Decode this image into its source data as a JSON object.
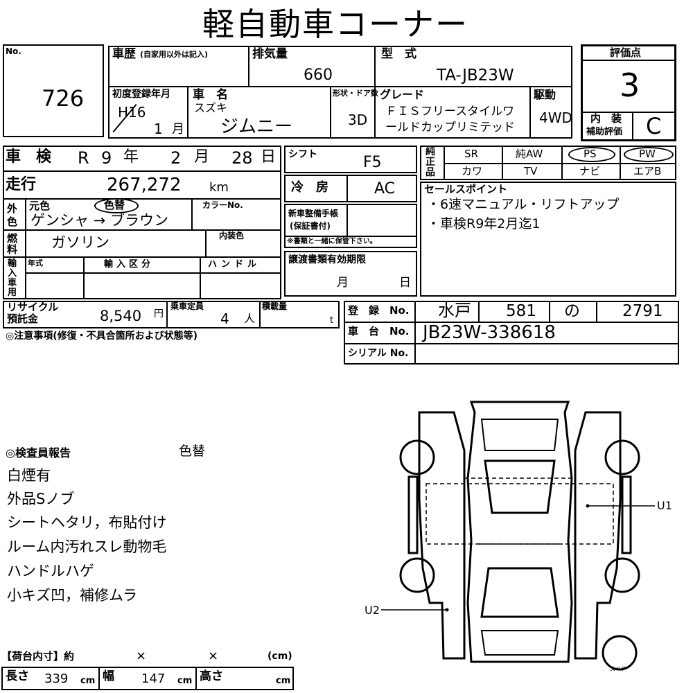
{
  "title": "軽自動車コーナー",
  "no_label": "No.",
  "lot_no": "726",
  "history": {
    "label": "車歴",
    "note": "(自家用以外は記入)",
    "value": ""
  },
  "displacement": {
    "label": "排気量",
    "value": "660"
  },
  "model": {
    "label": "型　式",
    "value": "TA-JB23W"
  },
  "rating": {
    "label": "評価点",
    "value": "3"
  },
  "first_reg": {
    "label": "初度登録年月",
    "era": "H16",
    "month": "1",
    "month_unit": "月"
  },
  "car_name": {
    "label": "車　名",
    "maker": "スズキ",
    "name": "ジムニー"
  },
  "body_doors": {
    "label": "形状・ドア数",
    "value": "3D"
  },
  "grade": {
    "label": "グレード",
    "line1": "ＦＩＳフリースタイルワ",
    "line2": "ールドカップリミテッド"
  },
  "drive": {
    "label": "駆動",
    "value": "4WD"
  },
  "interior_rating": {
    "label1": "内　装",
    "label2": "補助評価",
    "value": "C"
  },
  "inspection": {
    "label": "車　検",
    "era": "R",
    "year": "9",
    "year_unit": "年",
    "month": "2",
    "month_unit": "月",
    "day": "28",
    "day_unit": "日"
  },
  "shift": {
    "label": "シフト",
    "value": "F5"
  },
  "equipment": {
    "label": "純正品",
    "row1": [
      "SR",
      "純AW",
      "PS",
      "PW"
    ],
    "row2": [
      "カワ",
      "TV",
      "ナビ",
      "エアB"
    ]
  },
  "mileage": {
    "label": "走行",
    "value": "267,272",
    "unit": "km"
  },
  "ac": {
    "label": "冷　房",
    "value": "AC"
  },
  "sales_points": {
    "label": "セールスポイント",
    "items": [
      "・6速マニュアル・リフトアップ",
      "・車検R9年2月迄1"
    ]
  },
  "color": {
    "side_label": "外色",
    "orig_label": "元色",
    "repaint_label": "色替",
    "value": "ゲンシャ → ブラウン",
    "code_label": "カラーNo."
  },
  "warranty": {
    "label1": "新車整備手帳",
    "label2": "(保証書付)",
    "note": "※書類と一緒に保管下さい。"
  },
  "fuel": {
    "side_label": "燃料",
    "value": "ガソリン",
    "interior_color_label": "内装色"
  },
  "import": {
    "side_label": "輸入車用",
    "year_label": "年式",
    "class_label": "輸入区分",
    "handle_label": "ハンドル"
  },
  "transfer_docs": {
    "label": "譲渡書類有効期限",
    "month_unit": "月",
    "day_unit": "日"
  },
  "recycle": {
    "label1": "リサイクル",
    "label2": "預託金",
    "value": "8,540",
    "unit": "円"
  },
  "capacity": {
    "label": "乗車定員",
    "value": "4",
    "unit": "人"
  },
  "load": {
    "label": "積載量",
    "unit": "t"
  },
  "registration": {
    "label": "登　録　No.",
    "area": "水戸",
    "class": "581",
    "kana": "の",
    "number": "2791"
  },
  "chassis": {
    "label": "車　台　No.",
    "value": "JB23W-338618"
  },
  "serial": {
    "label": "シリアル No.",
    "value": ""
  },
  "notes_label": "◎注意事項(修復・不具合箇所および状態等)",
  "inspector": {
    "label": "◎検査員報告",
    "tag": "色替",
    "lines": [
      "白煙有",
      "外品Sノブ",
      "シートヘタリ，布貼付け",
      "ルーム内汚れスレ動物毛",
      "ハンドルハゲ",
      "小キズ凹，補修ムラ"
    ]
  },
  "diagram": {
    "u1": "U1",
    "u2": "U2",
    "spare": "スペア"
  },
  "cargo": {
    "label": "【荷台内寸】約",
    "x1": "×",
    "x2": "×",
    "unit_paren": "(cm)",
    "length_label": "長さ",
    "length": "339",
    "width_label": "幅",
    "width": "147",
    "height_label": "高さ",
    "height": "",
    "cm": "cm"
  }
}
